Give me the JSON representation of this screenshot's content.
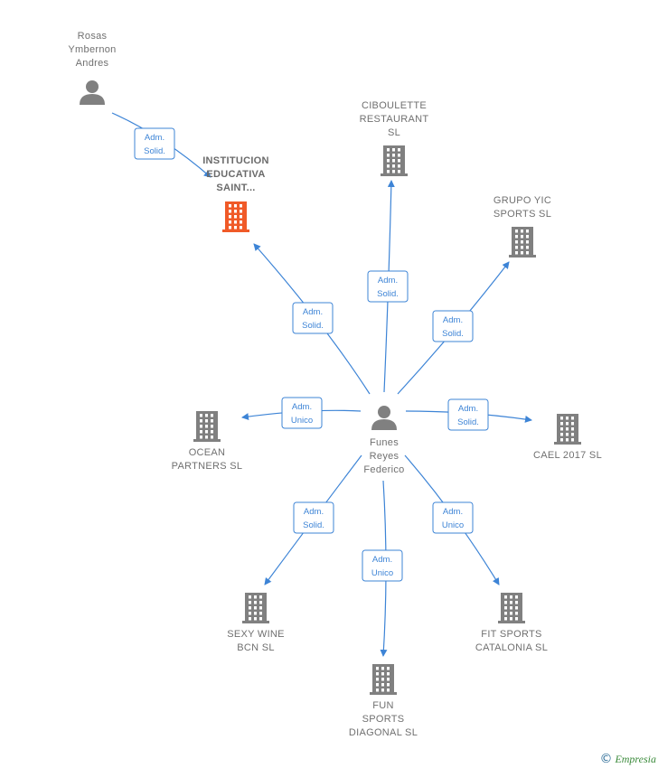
{
  "colors": {
    "edge": "#3d84d6",
    "node_gray": "#808080",
    "node_highlight": "#f05a28",
    "label": "#707070"
  },
  "diagram": {
    "nodes": [
      {
        "id": "funes",
        "type": "person",
        "icon": "person-icon",
        "label_lines": [
          "Funes",
          "Reyes",
          "Federico"
        ],
        "main": false
      },
      {
        "id": "rosas",
        "type": "person",
        "icon": "person-icon",
        "label_lines": [
          "Rosas",
          "Ymbernon",
          "Andres"
        ],
        "main": false
      },
      {
        "id": "institucion",
        "type": "company",
        "icon": "building-icon",
        "highlight": true,
        "label_lines": [
          "INSTITUCION",
          "EDUCATIVA",
          "SAINT..."
        ],
        "main": true
      },
      {
        "id": "ciboulette",
        "type": "company",
        "icon": "building-icon",
        "label_lines": [
          "CIBOULETTE",
          "RESTAURANT",
          "SL"
        ]
      },
      {
        "id": "grupo",
        "type": "company",
        "icon": "building-icon",
        "label_lines": [
          "GRUPO YIC",
          "SPORTS  SL"
        ]
      },
      {
        "id": "ocean",
        "type": "company",
        "icon": "building-icon",
        "label_lines": [
          "OCEAN",
          "PARTNERS  SL"
        ]
      },
      {
        "id": "cael",
        "type": "company",
        "icon": "building-icon",
        "label_lines": [
          "CAEL 2017  SL"
        ]
      },
      {
        "id": "sexy",
        "type": "company",
        "icon": "building-icon",
        "label_lines": [
          "SEXY WINE",
          "BCN SL"
        ]
      },
      {
        "id": "fun",
        "type": "company",
        "icon": "building-icon",
        "label_lines": [
          "FUN",
          "SPORTS",
          "DIAGONAL SL"
        ]
      },
      {
        "id": "fit",
        "type": "company",
        "icon": "building-icon",
        "label_lines": [
          "FIT SPORTS",
          "CATALONIA  SL"
        ]
      }
    ],
    "edges": [
      {
        "from": "rosas",
        "to": "institucion",
        "label_lines": [
          "Adm.",
          "Solid."
        ]
      },
      {
        "from": "funes",
        "to": "institucion",
        "label_lines": [
          "Adm.",
          "Solid."
        ]
      },
      {
        "from": "funes",
        "to": "ciboulette",
        "label_lines": [
          "Adm.",
          "Solid."
        ]
      },
      {
        "from": "funes",
        "to": "grupo",
        "label_lines": [
          "Adm.",
          "Solid."
        ]
      },
      {
        "from": "funes",
        "to": "ocean",
        "label_lines": [
          "Adm.",
          "Unico"
        ]
      },
      {
        "from": "funes",
        "to": "cael",
        "label_lines": [
          "Adm.",
          "Solid."
        ]
      },
      {
        "from": "funes",
        "to": "sexy",
        "label_lines": [
          "Adm.",
          "Solid."
        ]
      },
      {
        "from": "funes",
        "to": "fun",
        "label_lines": [
          "Adm.",
          "Unico"
        ]
      },
      {
        "from": "funes",
        "to": "fit",
        "label_lines": [
          "Adm.",
          "Unico"
        ]
      }
    ]
  },
  "footer": {
    "copyright_symbol": "©",
    "brand": "Empresia",
    "icon": "copyright-icon"
  }
}
